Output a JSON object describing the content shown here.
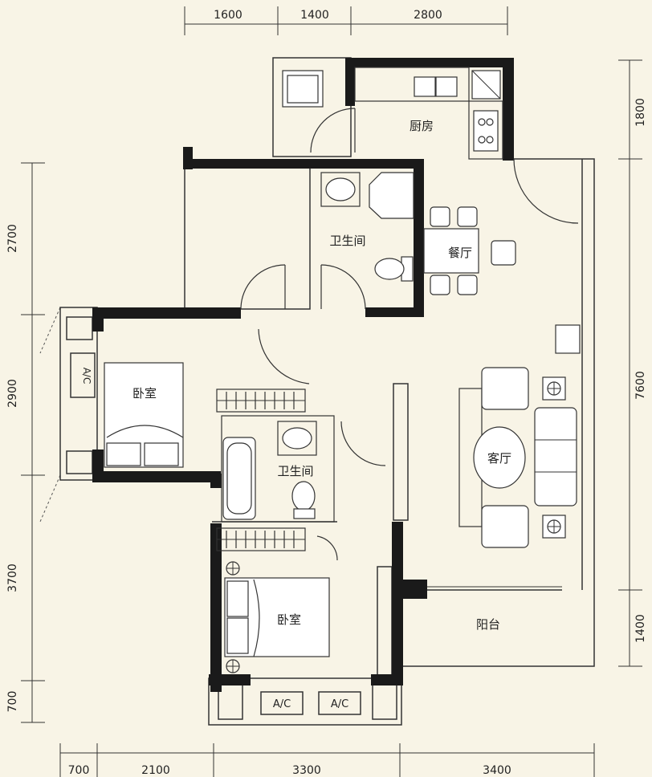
{
  "dimensions": {
    "top": [
      "1600",
      "1400",
      "2800"
    ],
    "bottom": [
      "700",
      "2100",
      "3300",
      "3400"
    ],
    "left": [
      "2700",
      "2900",
      "3700",
      "700"
    ],
    "right": [
      "1800",
      "7600",
      "1400"
    ]
  },
  "rooms": {
    "kitchen": "厨房",
    "bath_upper": "卫生间",
    "dining": "餐厅",
    "bedroom_upper": "卧室",
    "bath_lower": "卫生间",
    "living": "客厅",
    "bedroom_lower": "卧室",
    "balcony": "阳台"
  },
  "ac_labels": {
    "left": "A/C",
    "bottom_1": "A/C",
    "bottom_2": "A/C"
  },
  "colors": {
    "wall": "#1a1a1a",
    "background": "#f8f4e6"
  }
}
